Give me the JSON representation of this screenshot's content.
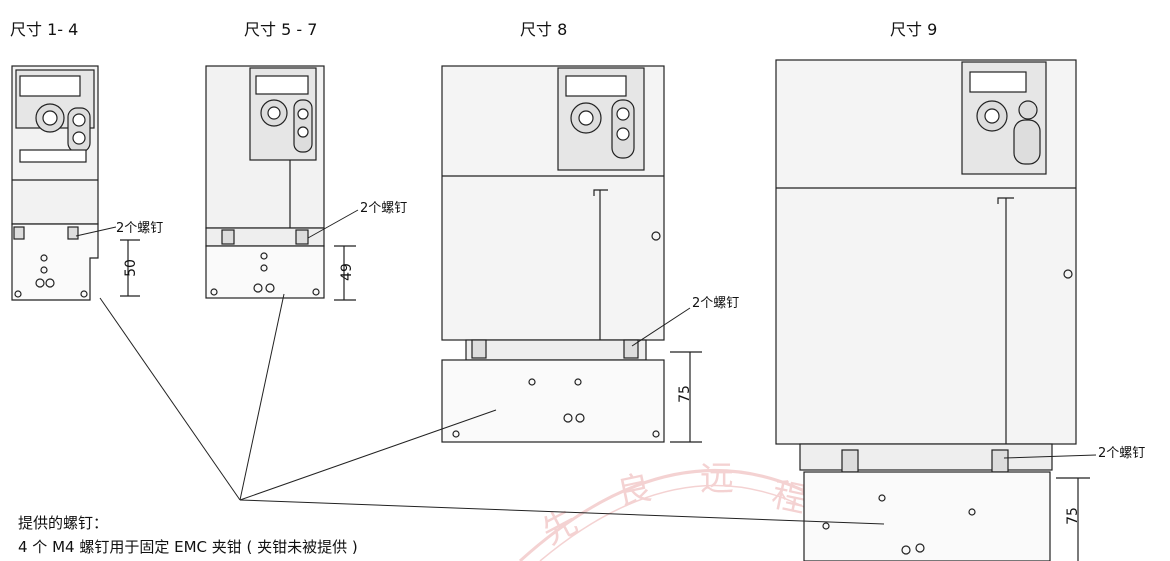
{
  "sizes": {
    "s1": "尺寸 1- 4",
    "s2": "尺寸 5 - 7",
    "s3": "尺寸 8",
    "s4": "尺寸 9"
  },
  "screw_labels": {
    "s1": "2个螺钉",
    "s2": "2个螺钉",
    "s3": "2个螺钉",
    "s4": "2个螺钉"
  },
  "dims": {
    "s1": "50",
    "s2": "49",
    "s3": "75",
    "s4": "75"
  },
  "note": {
    "line1": "提供的螺钉：",
    "line2": "4 个 M4 螺钉用于固定 EMC 夹钳 ( 夹钳未被提供 )"
  },
  "watermark": "先 良 远 程 存",
  "colors": {
    "line": "#222222",
    "watermark": "#e08080"
  }
}
